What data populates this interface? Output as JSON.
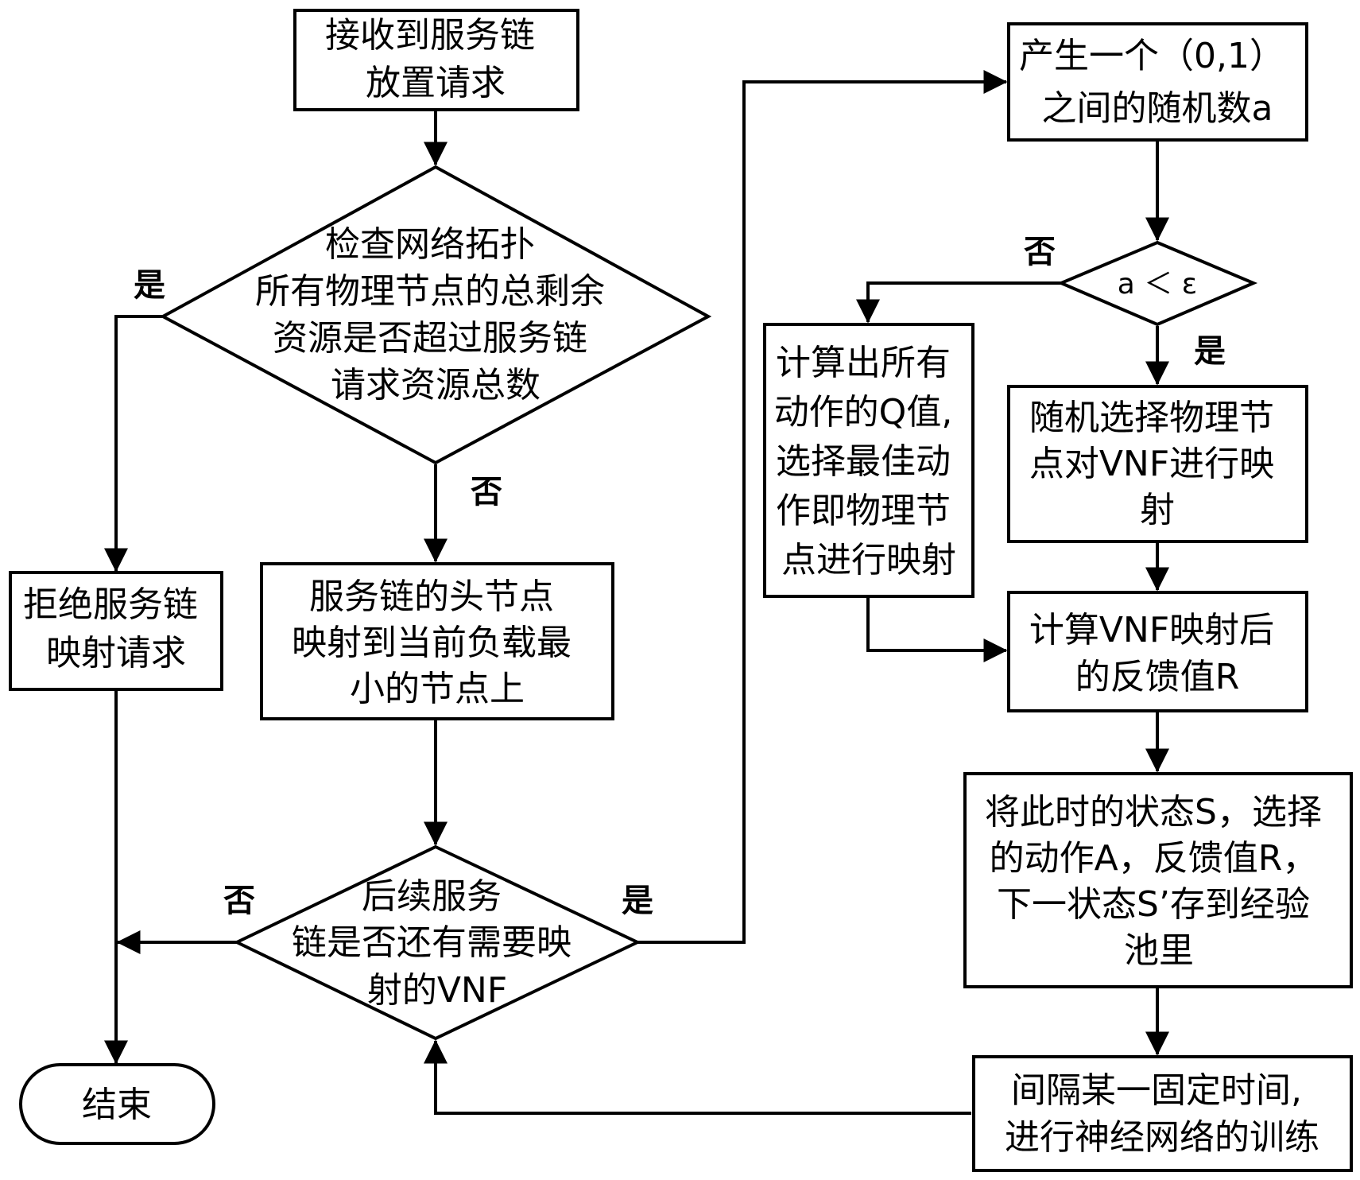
{
  "nodes": {
    "receive_request": {
      "lines": [
        "接收到服务链",
        "放置请求"
      ]
    },
    "check_resources": {
      "lines": [
        "检查网络拓扑",
        "所有物理节点的总剩余",
        "资源是否超过服务链",
        "请求资源总数"
      ]
    },
    "reject_request": {
      "lines": [
        "拒绝服务链",
        "映射请求"
      ]
    },
    "map_head_node": {
      "lines": [
        "服务链的头节点",
        "映射到当前负载最",
        "小的节点上"
      ]
    },
    "more_vnf": {
      "lines": [
        "后续服务",
        "链是否还有需要映",
        "射的VNF"
      ]
    },
    "end": {
      "lines": [
        "结束"
      ]
    },
    "random_number": {
      "lines": [
        "产生一个（0,1）",
        "之间的随机数a"
      ]
    },
    "compare_epsilon": {
      "lines": [
        "a ＜ ε"
      ]
    },
    "compute_q": {
      "lines": [
        "计算出所有",
        "动作的Q值,",
        "选择最佳动",
        "作即物理节",
        "点进行映射"
      ]
    },
    "random_select": {
      "lines": [
        "随机选择物理节",
        "点对VNF进行映",
        "射"
      ]
    },
    "compute_feedback": {
      "lines": [
        "计算VNF映射后",
        "的反馈值R"
      ]
    },
    "store_experience": {
      "lines": [
        "将此时的状态S，选择",
        "的动作A，反馈值R，",
        "下一状态S’存到经验",
        "池里"
      ]
    },
    "train_network": {
      "lines": [
        "间隔某一固定时间,",
        "进行神经网络的训练"
      ]
    }
  },
  "edge_labels": {
    "check_yes": "是",
    "check_no": "否",
    "more_no": "否",
    "more_yes": "是",
    "compare_no": "否",
    "compare_yes": "是"
  },
  "colors": {
    "stroke": "#000000",
    "fill": "#ffffff"
  }
}
